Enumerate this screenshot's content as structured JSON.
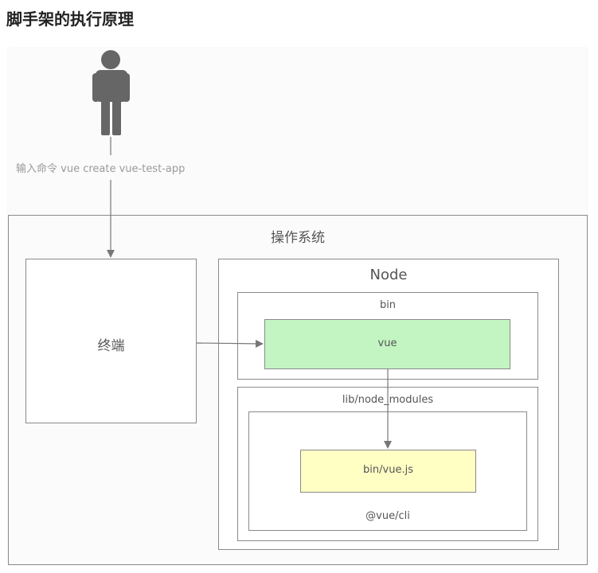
{
  "title": "脚手架的执行原理",
  "diagram": {
    "command_label": "输入命令 vue create vue-test-app",
    "os_label": "操作系统",
    "terminal_label": "终端",
    "node_label": "Node",
    "bin_label": "bin",
    "vue_label": "vue",
    "lib_label": "lib/node_modules",
    "vuejs_label": "bin/vue.js",
    "cli_label": "@vue/cli",
    "icons": {
      "user": "person-icon"
    },
    "colors": {
      "vue_fill": "#c2f5c2",
      "vuejs_fill": "#ffffc4",
      "line": "#777777"
    }
  }
}
